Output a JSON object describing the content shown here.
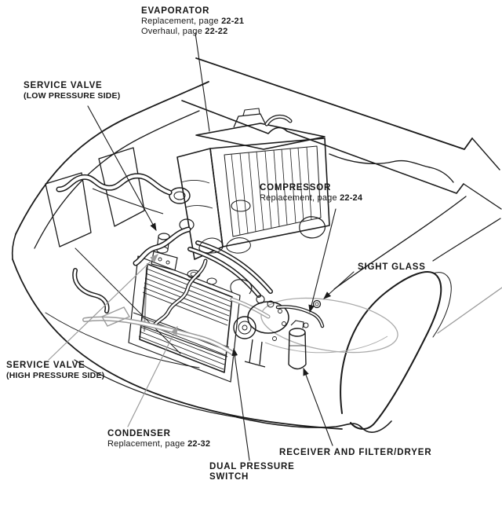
{
  "figure": {
    "background": "#ffffff",
    "line_color": "#1a1a1a",
    "gray_line_color": "#9b9b9b"
  },
  "labels": {
    "evaporator": {
      "title": "EVAPORATOR",
      "sub1_prefix": "Replacement, page ",
      "sub1_page": "22-21",
      "sub2_prefix": "Overhaul, page ",
      "sub2_page": "22-22"
    },
    "service_valve_low": {
      "title": "SERVICE VALVE",
      "subtitle": "(LOW PRESSURE SIDE)"
    },
    "compressor": {
      "title": "COMPRESSOR",
      "sub1_prefix": "Replacement, page ",
      "sub1_page": "22-24"
    },
    "sight_glass": {
      "title": "SIGHT GLASS"
    },
    "service_valve_high": {
      "title": "SERVICE VALVE",
      "subtitle": "(HIGH PRESSURE SIDE)"
    },
    "condenser": {
      "title": "CONDENSER",
      "sub1_prefix": "Replacement, page ",
      "sub1_page": "22-32"
    },
    "receiver": {
      "title": "RECEIVER AND FILTER/DRYER"
    },
    "dual_pressure_switch": {
      "title_line1": "DUAL PRESSURE",
      "title_line2": "SWITCH"
    }
  }
}
